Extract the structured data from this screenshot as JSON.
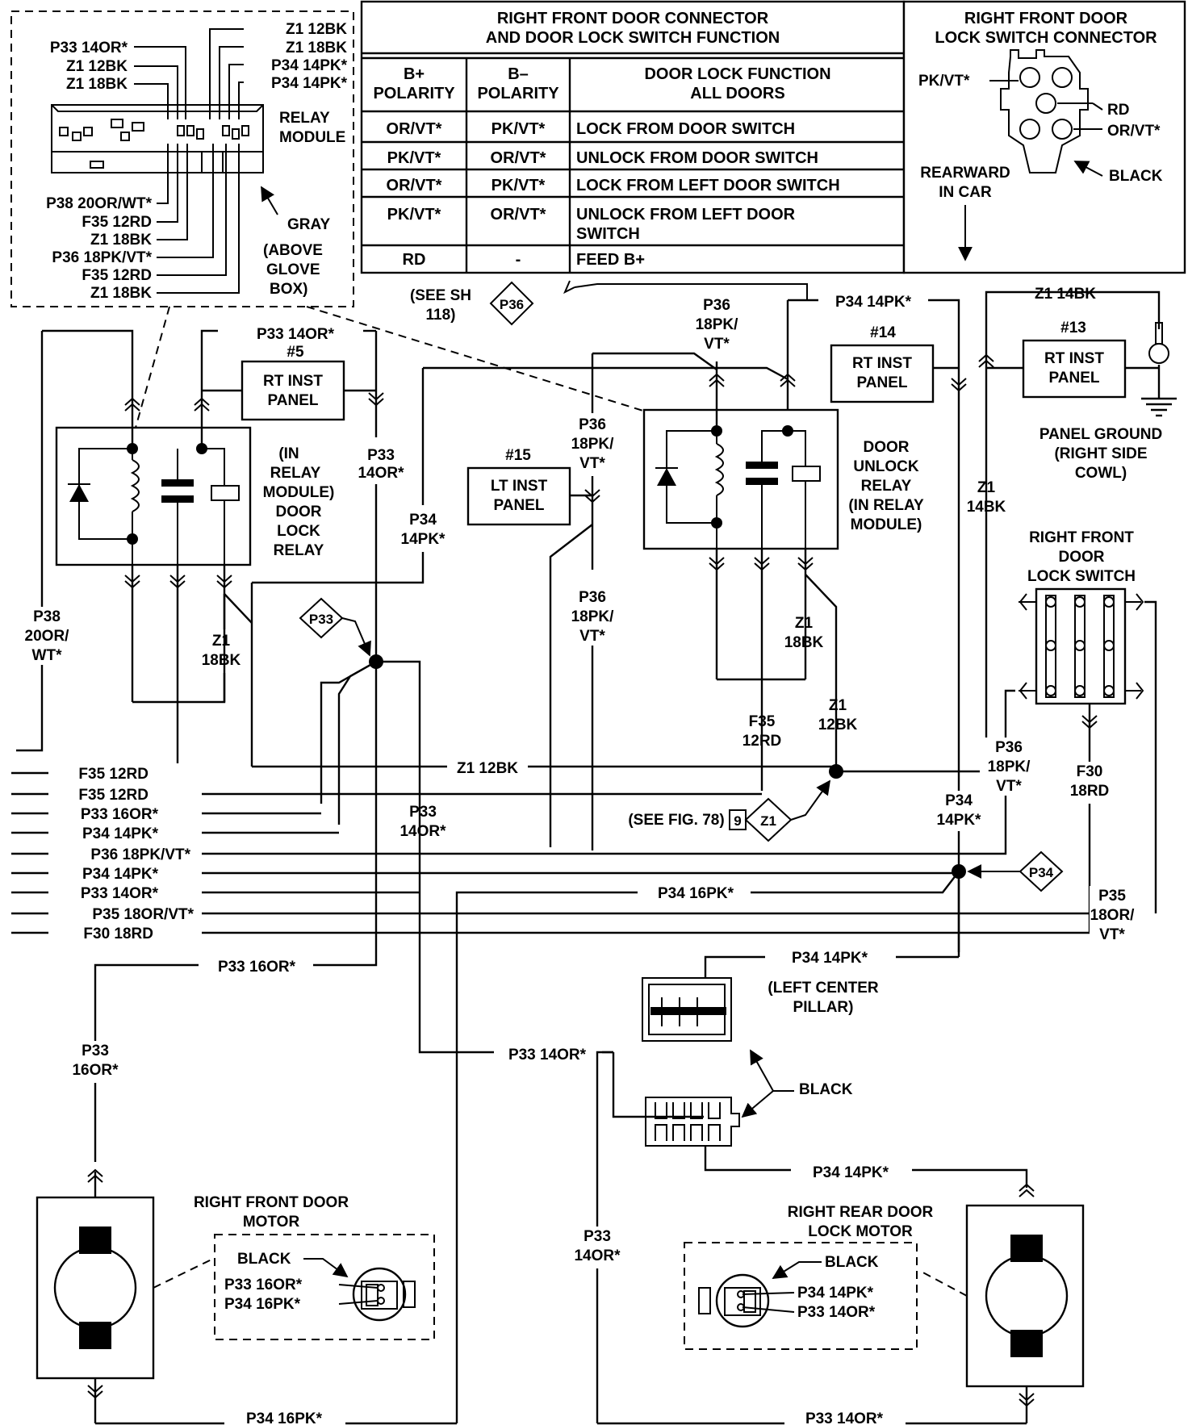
{
  "table": {
    "title_line1": "RIGHT FRONT DOOR CONNECTOR",
    "title_line2": "AND DOOR LOCK SWITCH FUNCTION",
    "headers": [
      {
        "line1": "B+",
        "line2": "POLARITY"
      },
      {
        "line1": "B–",
        "line2": "POLARITY"
      },
      {
        "line1": "DOOR LOCK FUNCTION",
        "line2": "ALL DOORS"
      }
    ],
    "rows": [
      {
        "bplus": "OR/VT*",
        "bminus": "PK/VT*",
        "function1": "LOCK FROM DOOR SWITCH",
        "function2": ""
      },
      {
        "bplus": "PK/VT*",
        "bminus": "OR/VT*",
        "function1": "UNLOCK FROM DOOR SWITCH",
        "function2": ""
      },
      {
        "bplus": "OR/VT*",
        "bminus": "PK/VT*",
        "function1": "LOCK FROM LEFT DOOR SWITCH",
        "function2": ""
      },
      {
        "bplus": "PK/VT*",
        "bminus": "OR/VT*",
        "function1": "UNLOCK FROM LEFT DOOR",
        "function2": "SWITCH"
      },
      {
        "bplus": "RD",
        "bminus": "-",
        "function1": "FEED B+",
        "function2": ""
      }
    ]
  },
  "switch_connector": {
    "title_line1": "RIGHT FRONT DOOR",
    "title_line2": "LOCK SWITCH CONNECTOR",
    "pins": [
      "PK/VT*",
      "RD",
      "OR/VT*"
    ],
    "housing": "BLACK",
    "direction_line1": "REARWARD",
    "direction_line2": "IN CAR"
  },
  "relay_inset": {
    "title_line1": "RELAY",
    "title_line2": "MODULE",
    "top_labels_left": [
      "P33 14OR*",
      "Z1 12BK",
      "Z1 18BK"
    ],
    "top_labels_right": [
      "Z1 12BK",
      "Z1 18BK",
      "P34 14PK*",
      "P34 14PK*"
    ],
    "bottom_labels": [
      "P38 20OR/WT*",
      "F35 12RD",
      "Z1 18BK",
      "P36 18PK/VT*",
      "F35 12RD",
      "Z1 18BK"
    ],
    "location": [
      "GRAY",
      "(ABOVE",
      "GLOVE",
      "BOX)"
    ]
  },
  "left_relay": {
    "label": [
      "(IN",
      "RELAY",
      "MODULE)",
      "DOOR",
      "LOCK",
      "RELAY"
    ]
  },
  "right_relay": {
    "label": [
      "DOOR",
      "UNLOCK",
      "RELAY",
      "(IN RELAY",
      "MODULE)"
    ]
  },
  "panels": {
    "p5": {
      "num": "#5",
      "line1": "RT INST",
      "line2": "PANEL"
    },
    "p15": {
      "num": "#15",
      "line1": "LT INST",
      "line2": "PANEL"
    },
    "p14": {
      "num": "#14",
      "line1": "RT INST",
      "line2": "PANEL"
    },
    "p13": {
      "num": "#13",
      "line1": "RT INST",
      "line2": "PANEL"
    }
  },
  "ground": [
    "PANEL GROUND",
    "(RIGHT SIDE",
    "COWL)"
  ],
  "see_sh": {
    "line1": "(SEE SH",
    "line2": "118)",
    "tag": "P36"
  },
  "see_fig": {
    "text": "(SEE FIG. 78)",
    "num": "9",
    "tag": "Z1"
  },
  "splice_tags": {
    "p33": "P33",
    "p34": "P34"
  },
  "wires": {
    "p33_14or_top": "P33 14OR*",
    "p36_top": [
      "P36",
      "18PK/",
      "VT*"
    ],
    "p34_14pk_top": "P34 14PK*",
    "z1_14bk_top": "Z1 14BK",
    "p33_14or_vert": [
      "P33",
      "14OR*"
    ],
    "p36_mid": [
      "P36",
      "18PK/",
      "VT*"
    ],
    "p34_mid": [
      "P34",
      "14PK*"
    ],
    "z1_14bk_vert": [
      "Z1",
      "14BK"
    ],
    "p38": [
      "P38",
      "20OR/",
      "WT*"
    ],
    "z1_18bk": [
      "Z1",
      "18BK"
    ],
    "p36_center": [
      "P36",
      "18PK/",
      "VT*"
    ],
    "z1_18bk_right": [
      "Z1",
      "18BK"
    ],
    "p36_lower": [
      "P36",
      "18PK/",
      "VT*"
    ],
    "f35_12rd": [
      "F35",
      "12RD"
    ],
    "z1_12bk_right": [
      "Z1",
      "12BK"
    ],
    "z1_12bk": "Z1 12BK",
    "p33_14or_lower": [
      "P33",
      "14OR*"
    ],
    "p36_rt": [
      "P36",
      "18PK/",
      "VT*"
    ],
    "f30_18rd": [
      "F30",
      "18RD"
    ],
    "p34_rt": [
      "P34",
      "14PK*"
    ],
    "p34_16pk": "P34 16PK*",
    "p35": [
      "P35",
      "18OR/",
      "VT*"
    ],
    "p33_16or": "P33 16OR*",
    "p34_14pk_pillar": "P34 14PK*",
    "p33_14or_pillar": "P33 14OR*",
    "p34_14pk_lower": "P34 14PK*",
    "p33_16or_motor": [
      "P33",
      "16OR*"
    ],
    "p33_14or_rear": [
      "P33",
      "14OR*"
    ],
    "p34_16pk_bottom": "P34 16PK*",
    "p33_14or_bottom": "P33 14OR*"
  },
  "harness_left": [
    "F35 12RD",
    "F35 12RD",
    "P33 16OR*",
    "P34 14PK*",
    "P36 18PK/VT*",
    "P34 14PK*",
    "P33 14OR*",
    "P35 18OR/VT*",
    "F30 18RD"
  ],
  "lock_switch": [
    "RIGHT FRONT",
    "DOOR",
    "LOCK SWITCH"
  ],
  "pillar": {
    "line1": "(LEFT CENTER",
    "line2": "PILLAR)",
    "housing": "BLACK"
  },
  "front_motor": {
    "title_line1": "RIGHT FRONT DOOR",
    "title_line2": "MOTOR",
    "housing": "BLACK",
    "pins": [
      "P33 16OR*",
      "P34 16PK*"
    ]
  },
  "rear_motor": {
    "title_line1": "RIGHT REAR DOOR",
    "title_line2": "LOCK MOTOR",
    "housing": "BLACK",
    "pins": [
      "P34 14PK*",
      "P33 14OR*"
    ]
  }
}
